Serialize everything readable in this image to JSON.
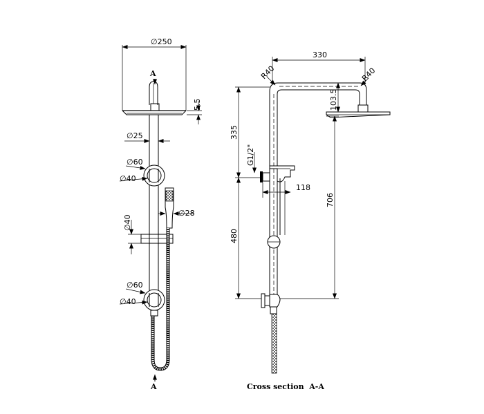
{
  "front_view": {
    "section_mark_top": "A",
    "section_mark_bottom": "A",
    "dim_head_dia": "∅250",
    "dim_head_thickness": "5.5",
    "dim_rail_dia": "∅25",
    "dim_bracket_outer_upper": "∅60",
    "dim_bracket_inner_upper": "∅40",
    "dim_handshower_dia": "∅28",
    "dim_holder_dia": "∅40",
    "dim_bracket_outer_lower": "∅60",
    "dim_bracket_inner_lower": "∅40"
  },
  "section_view": {
    "dim_arm_length": "330",
    "dim_radius_left": "R40",
    "dim_radius_right": "R40",
    "dim_arm_drop": "103.5",
    "dim_upper_height": "335",
    "dim_thread": "G1/2\"",
    "dim_depth": "118",
    "dim_total_height": "706",
    "dim_lower_height": "480",
    "caption": "Cross section  A-A"
  }
}
